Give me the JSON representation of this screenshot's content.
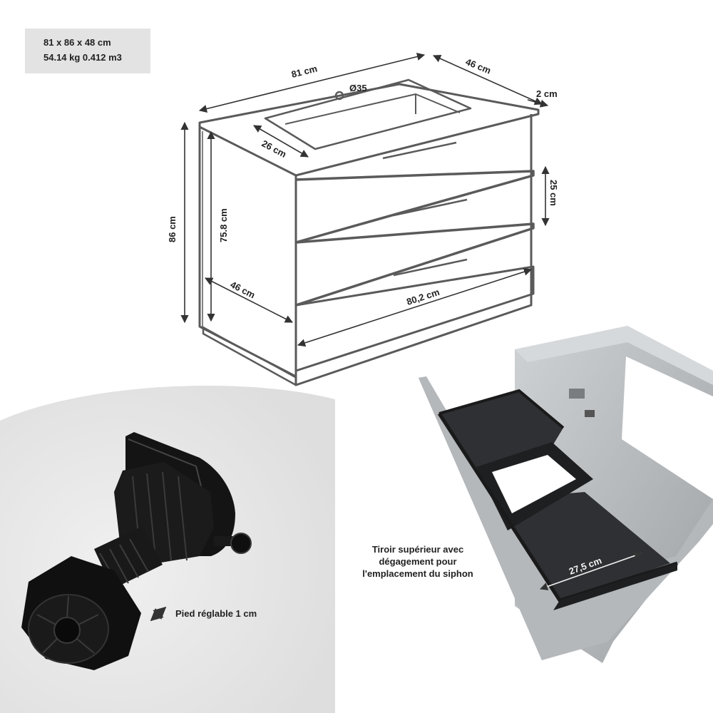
{
  "specs": {
    "dimensions": "81 x 86 x 48 cm",
    "weight_volume": "54.14 kg 0.412 m3"
  },
  "dimension_labels": {
    "width_top": "81 cm",
    "depth_top": "46 cm",
    "top_thickness": "2 cm",
    "hole_diameter": "Ø35",
    "basin_depth": "26 cm",
    "height_total": "86 cm",
    "height_cabinet": "75.8 cm",
    "drawer_height": "25 cm",
    "depth_bottom": "46 cm",
    "width_bottom": "80,2 cm",
    "drawer_inner": "27,5 cm"
  },
  "captions": {
    "foot": "Pied réglable 1 cm",
    "drawer_line1": "Tiroir supérieur avec",
    "drawer_line2": "dégagement pour",
    "drawer_line3": "l'emplacement du siphon"
  },
  "colors": {
    "panel_gray": "#e3e3e3",
    "line_gray": "#5a5a5a",
    "cabinet_gray": "#b9bdc0",
    "drawer_dark": "#2b2d30"
  }
}
